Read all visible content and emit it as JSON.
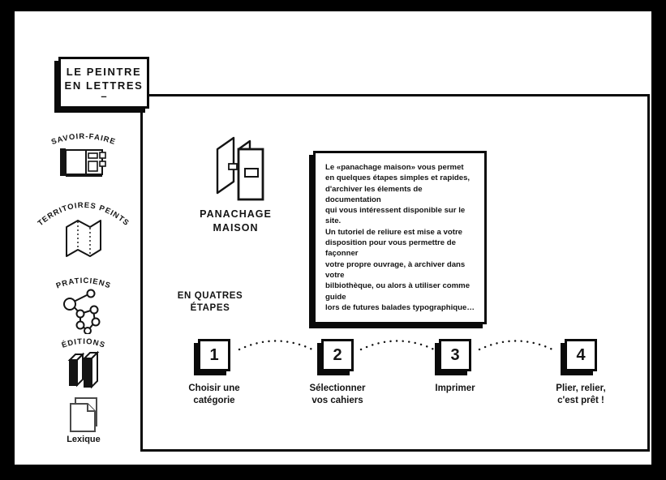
{
  "palette": {
    "frame": "#000000",
    "surface": "#ffffff",
    "ink": "#141414"
  },
  "logo": {
    "line1": "LE PEINTRE",
    "line2": "EN LETTRES",
    "dash": "–"
  },
  "sidebar": {
    "items": [
      {
        "label": "SAVOIR-FAIRE",
        "icon": "open-book-icon"
      },
      {
        "label": "TERRITOIRES PEINTS",
        "icon": "folded-map-icon"
      },
      {
        "label": "PRATICIENS",
        "icon": "network-icon"
      },
      {
        "label": "ÉDITIONS",
        "icon": "books-icon"
      },
      {
        "label": "Lexique",
        "icon": "pages-icon"
      }
    ]
  },
  "main": {
    "feature": {
      "title": "PANACHAGE\nMAISON",
      "icon": "booklets-icon"
    },
    "description": "Le «panachage maison» vous permet\nen quelques étapes simples et rapides,\nd'archiver les élements de documentation\nqui vous intéressent disponible sur le site.\nUn tutoriel de reliure est mise a votre\ndisposition pour vous permettre de façonner\nvotre propre ouvrage, à archiver dans votre\nbilbiothèque, ou alors à utiliser comme guide\nlors de futures balades typographique…",
    "steps_heading": "EN QUATRES\nÉTAPES",
    "steps": [
      {
        "num": "1",
        "label": "Choisir une\ncatégorie"
      },
      {
        "num": "2",
        "label": "Sélectionner\nvos cahiers"
      },
      {
        "num": "3",
        "label": "Imprimer"
      },
      {
        "num": "4",
        "label": "Plier, relier,\nc'est prêt !"
      }
    ]
  }
}
